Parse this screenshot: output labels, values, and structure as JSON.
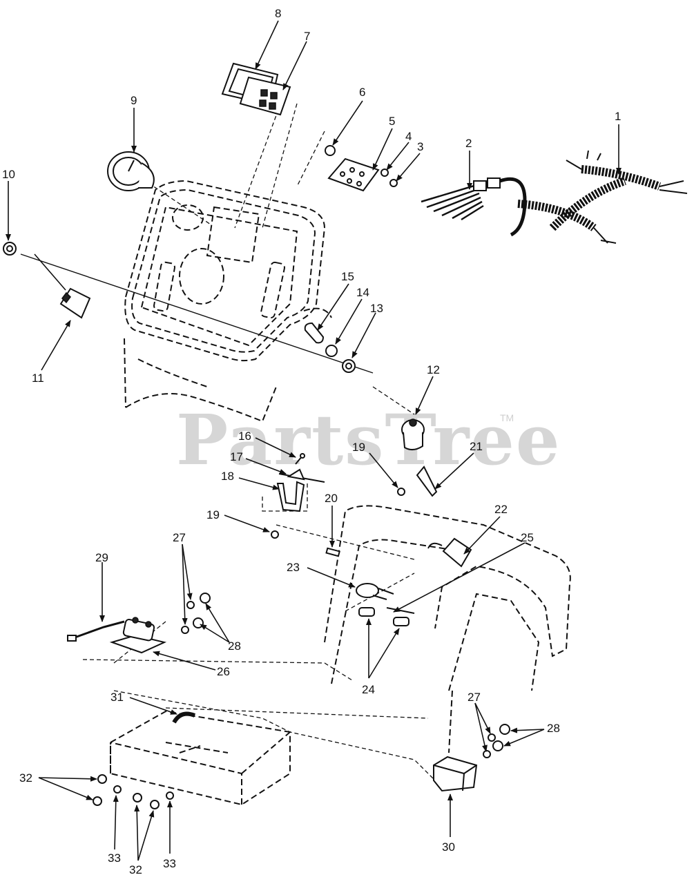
{
  "watermark": {
    "text": "PartsTree",
    "trademark": "TM"
  },
  "callouts": {
    "c1": "1",
    "c2": "2",
    "c3": "3",
    "c4": "4",
    "c5": "5",
    "c6": "6",
    "c7": "7",
    "c8": "8",
    "c9": "9",
    "c10": "10",
    "c11": "11",
    "c12": "12",
    "c13": "13",
    "c14": "14",
    "c15": "15",
    "c16": "16",
    "c17": "17",
    "c18": "18",
    "c19a": "19",
    "c19b": "19",
    "c20": "20",
    "c21": "21",
    "c22": "22",
    "c23": "23",
    "c24": "24",
    "c25": "25",
    "c26": "26",
    "c27a": "27",
    "c27b": "27",
    "c28a": "28",
    "c28b": "28",
    "c29": "29",
    "c30": "30",
    "c31": "31",
    "c32a": "32",
    "c32b": "32",
    "c33a": "33",
    "c33b": "33"
  },
  "colors": {
    "line": "#111111",
    "watermark": "#d6d6d6",
    "background": "#ffffff"
  }
}
